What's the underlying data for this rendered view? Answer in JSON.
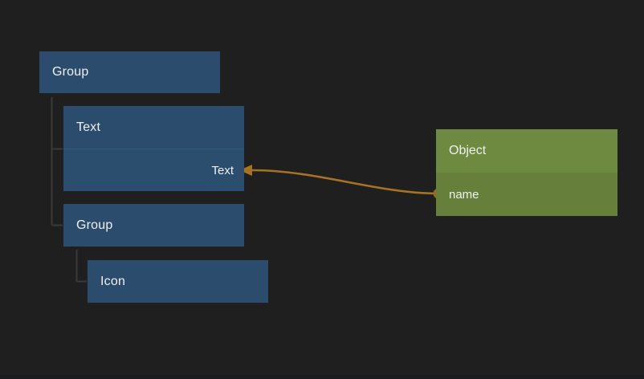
{
  "canvas": {
    "background_color": "#1f1f1f",
    "wire_color": "#a5741b",
    "wire_dot_color": "#9c6a1c",
    "tree_line_color": "#3a3a3a",
    "node_blue_color": "#2b4c6c",
    "node_blue_row_color": "#2c4e6e",
    "node_green_header_color": "#6d8a40",
    "node_green_row_color": "#66803c",
    "text_color": "#f0f0f0"
  },
  "hierarchy": {
    "group1": {
      "label": "Group"
    },
    "text": {
      "label": "Text",
      "port": "Text"
    },
    "group2": {
      "label": "Group"
    },
    "icon": {
      "label": "Icon"
    }
  },
  "object": {
    "label": "Object",
    "field": "name"
  }
}
